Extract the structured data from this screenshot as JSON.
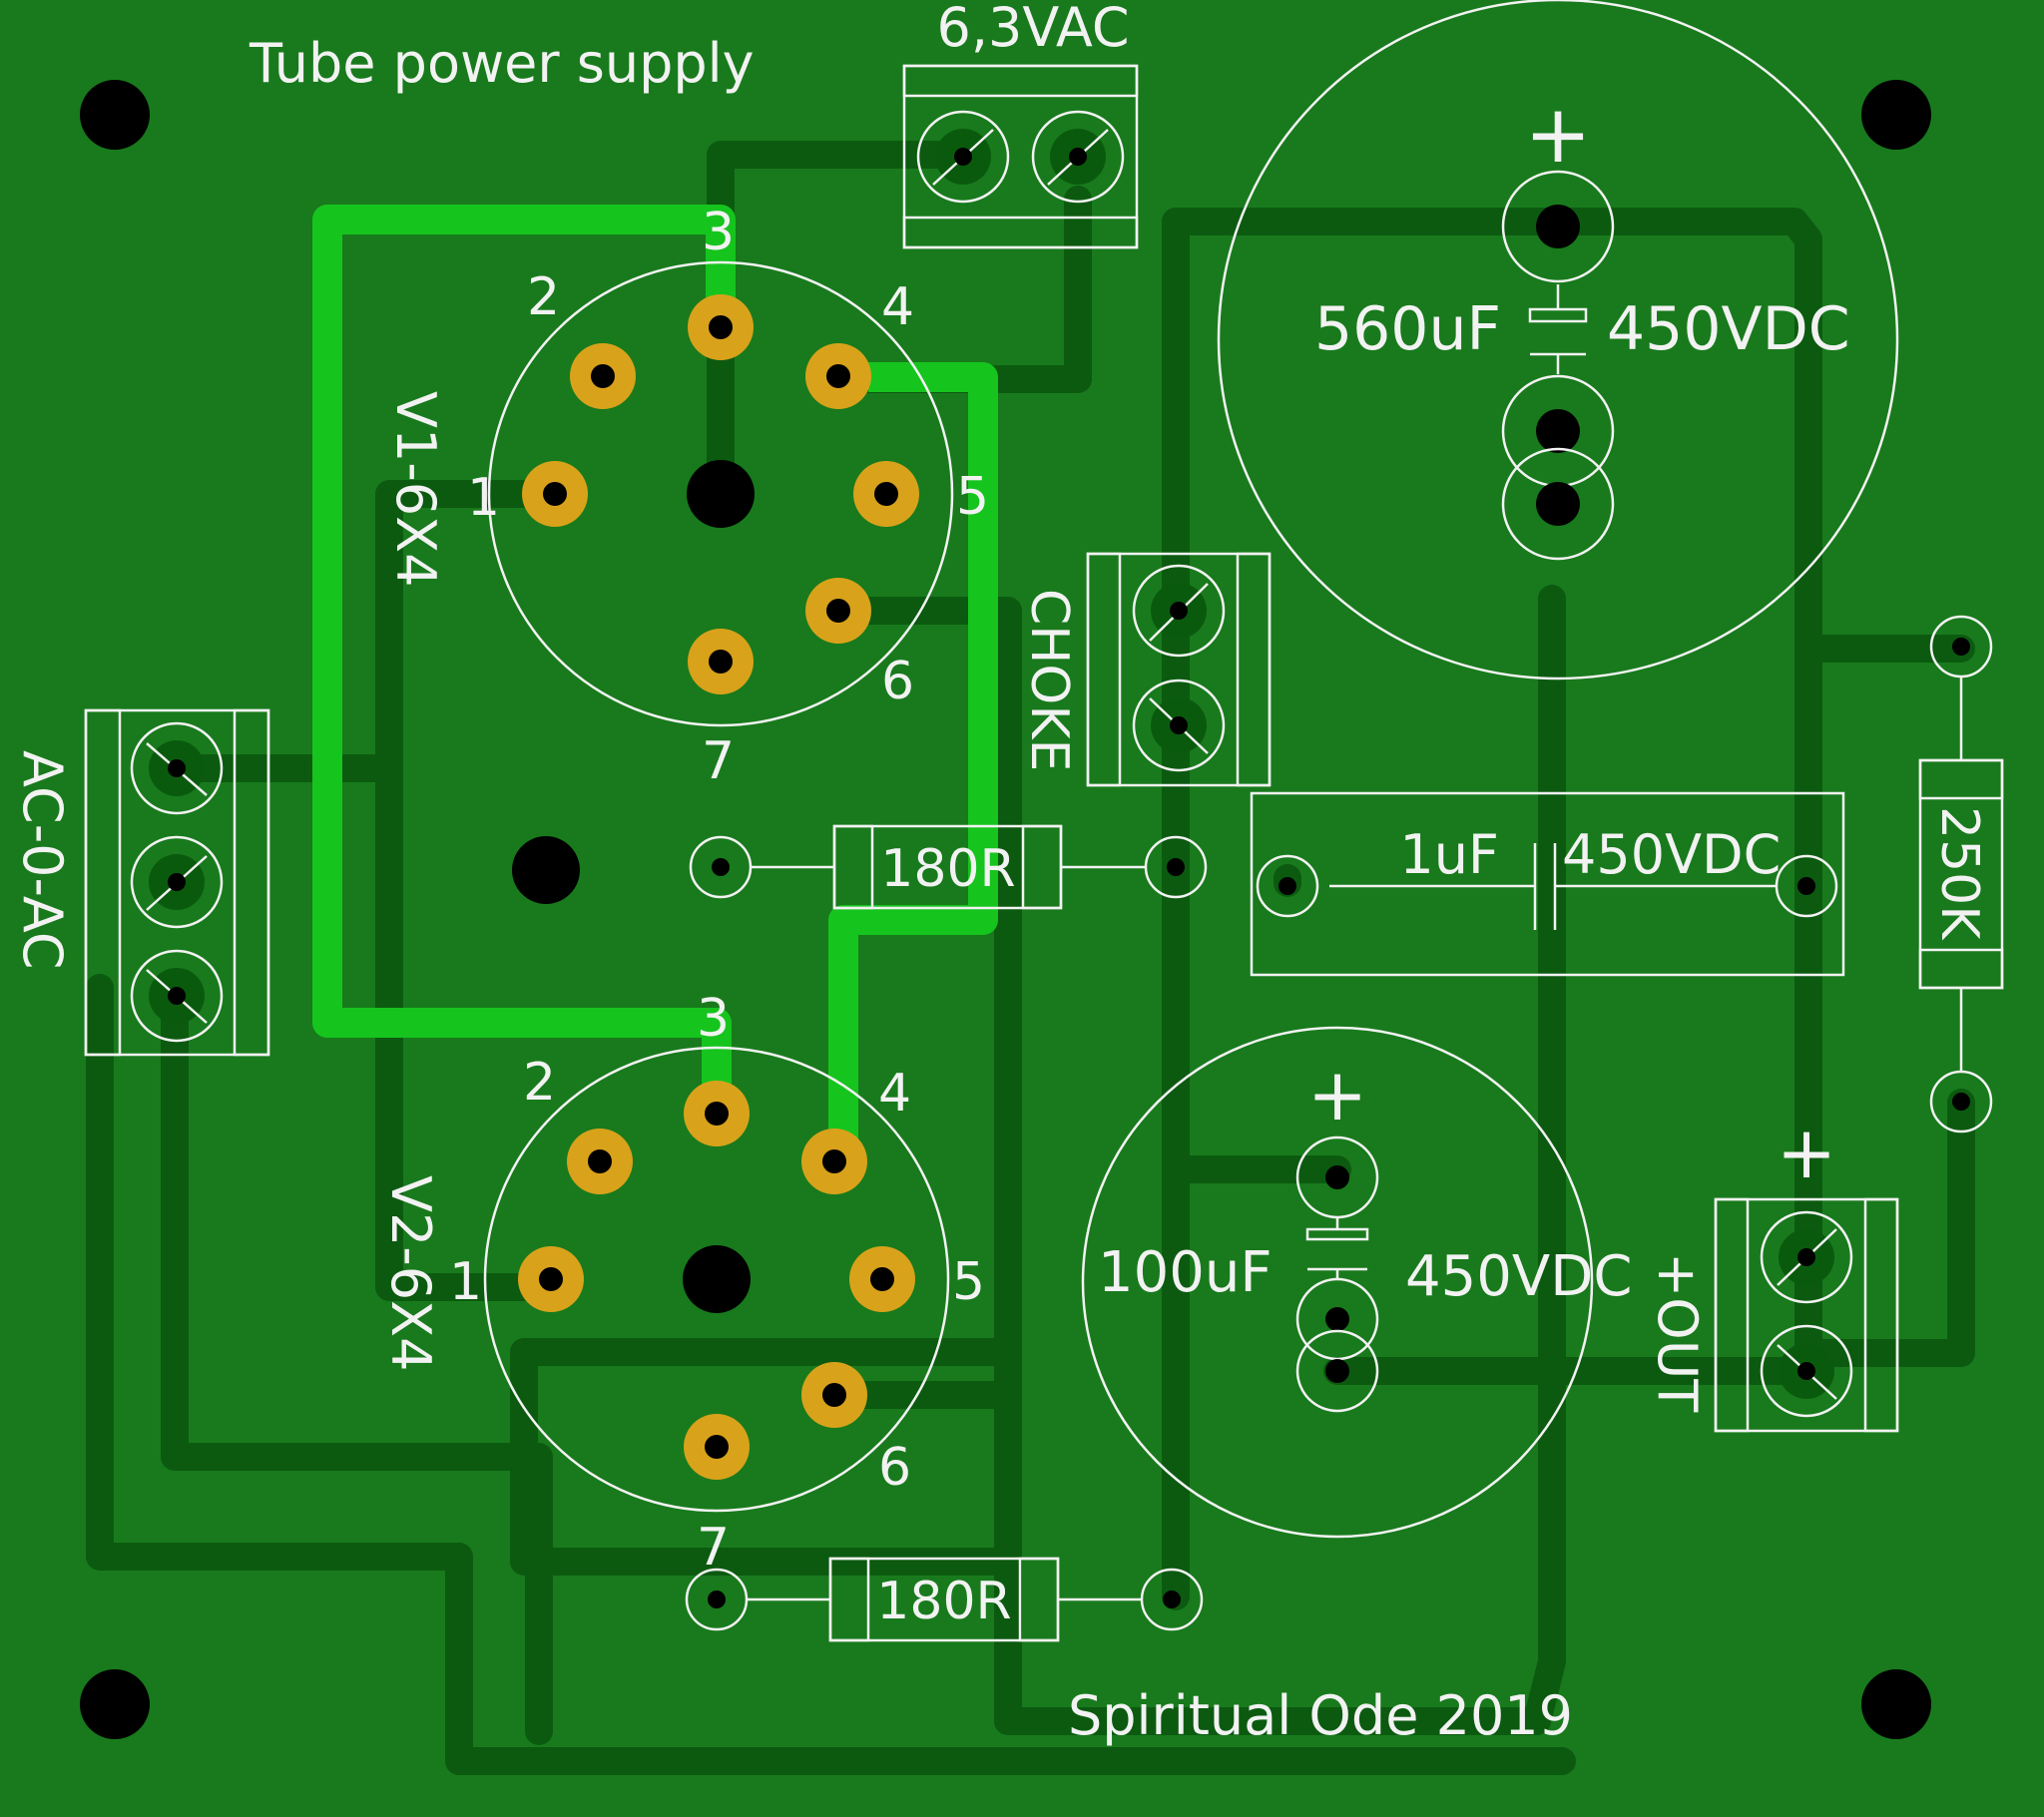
{
  "board": {
    "title": "Tube power supply",
    "credit": "Spiritual Ode 2019",
    "colors": {
      "board": "#187a1c",
      "trace_dark": "#0c5a10",
      "trace_bright": "#16c41e",
      "silk": "#f2f2f2",
      "pad_gold": "#d9a21b",
      "hole": "#000000"
    }
  },
  "connectors": {
    "heater": "6,3VAC",
    "ac_in": "AC-0-AC",
    "choke": "CHOKE",
    "output": "+OUT"
  },
  "tubes": [
    {
      "ref": "V1-6X4",
      "pins": [
        "1",
        "2",
        "3",
        "4",
        "5",
        "6",
        "7"
      ]
    },
    {
      "ref": "V2-6X4",
      "pins": [
        "1",
        "2",
        "3",
        "4",
        "5",
        "6",
        "7"
      ]
    }
  ],
  "capacitors": {
    "c1": {
      "value": "560uF",
      "voltage": "450VDC",
      "polarity": "+"
    },
    "c2": {
      "value": "1uF",
      "voltage": "450VDC"
    },
    "c3": {
      "value": "100uF",
      "voltage": "450VDC",
      "polarity": "+"
    }
  },
  "resistors": {
    "r1": "180R",
    "r2": "180R",
    "r3": "250K"
  },
  "output_polarity": "+"
}
